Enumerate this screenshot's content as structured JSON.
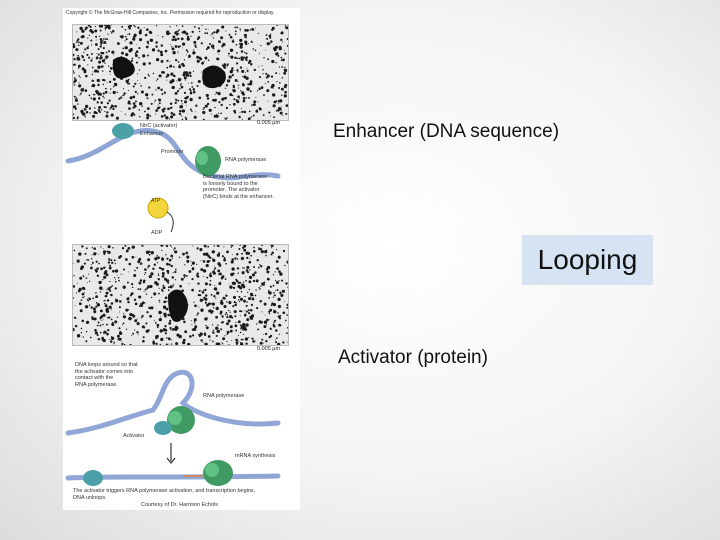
{
  "figure": {
    "copyright": "Copyright © The McGraw-Hill Companies, Inc. Permission required for reproduction or display.",
    "scale_top": "0.005 µm",
    "scale_bottom": "0.005 µm",
    "top_labels": {
      "ntrc": "NtrC (activator)",
      "enhancer": "Enhancer",
      "promoter": "Promoter",
      "rnap": "RNA polymerase",
      "desc": [
        "Bacterial RNA polymerase",
        "is loosely bound to the",
        "promoter. The activator",
        "(NtrC) binds at the enhancer."
      ],
      "atp": "ATP",
      "adp": "ADP"
    },
    "bottom_labels": {
      "loop_desc": [
        "DNA loops around so that",
        "the activator comes into",
        "contact with the",
        "RNA polymerase."
      ],
      "rnap": "RNA polymerase",
      "activator": "Activator",
      "mrna": "mRNA synthesis",
      "desc": [
        "The activator triggers RNA polymerase activation, and transcription begins.",
        "DNA unloops."
      ],
      "credit": "Courtesy of Dr. Harrison Echols"
    }
  },
  "slide": {
    "enhancer_label": "Enhancer (DNA sequence)",
    "looping_label": "Looping",
    "activator_label": "Activator (protein)"
  },
  "colors": {
    "dna": "#8fa6d6",
    "rnap": "#3f9a63",
    "activator": "#4aa0a6",
    "atp": "#f2d43b",
    "looping_box": "#d6e3f2"
  }
}
